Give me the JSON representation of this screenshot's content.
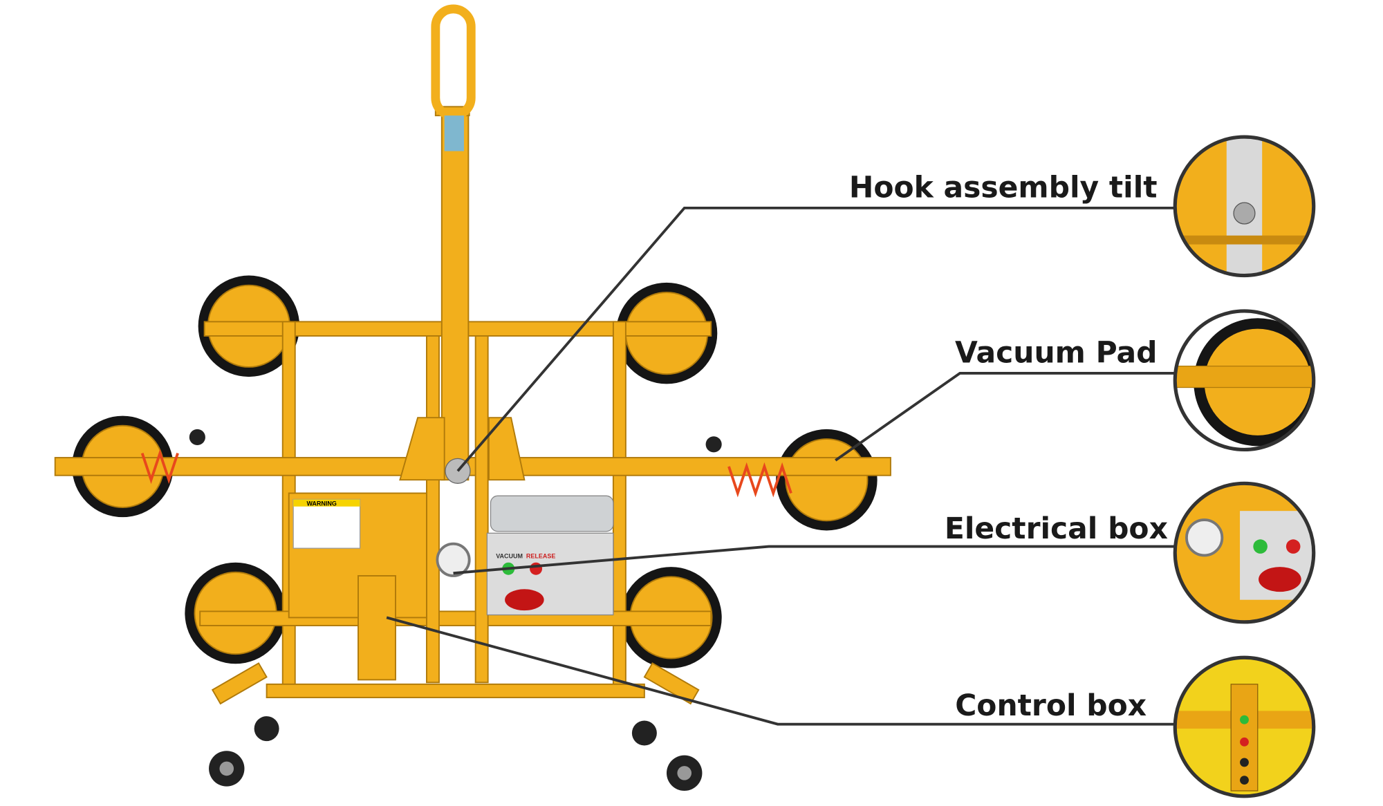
{
  "callouts": [
    {
      "label": "Hook assembly tilt"
    },
    {
      "label": "Vacuum Pad"
    },
    {
      "label": "Electrical box"
    },
    {
      "label": "Control box"
    }
  ],
  "machine": {
    "warning_label": "WARNING",
    "electrical_box": {
      "vacuum_label": "VACUUM",
      "release_label": "RELEASE"
    }
  },
  "colors": {
    "frame": "#F2AF1C",
    "leader_line": "#333333",
    "label_text": "#1a1a1a",
    "hose": "#E8481C"
  }
}
